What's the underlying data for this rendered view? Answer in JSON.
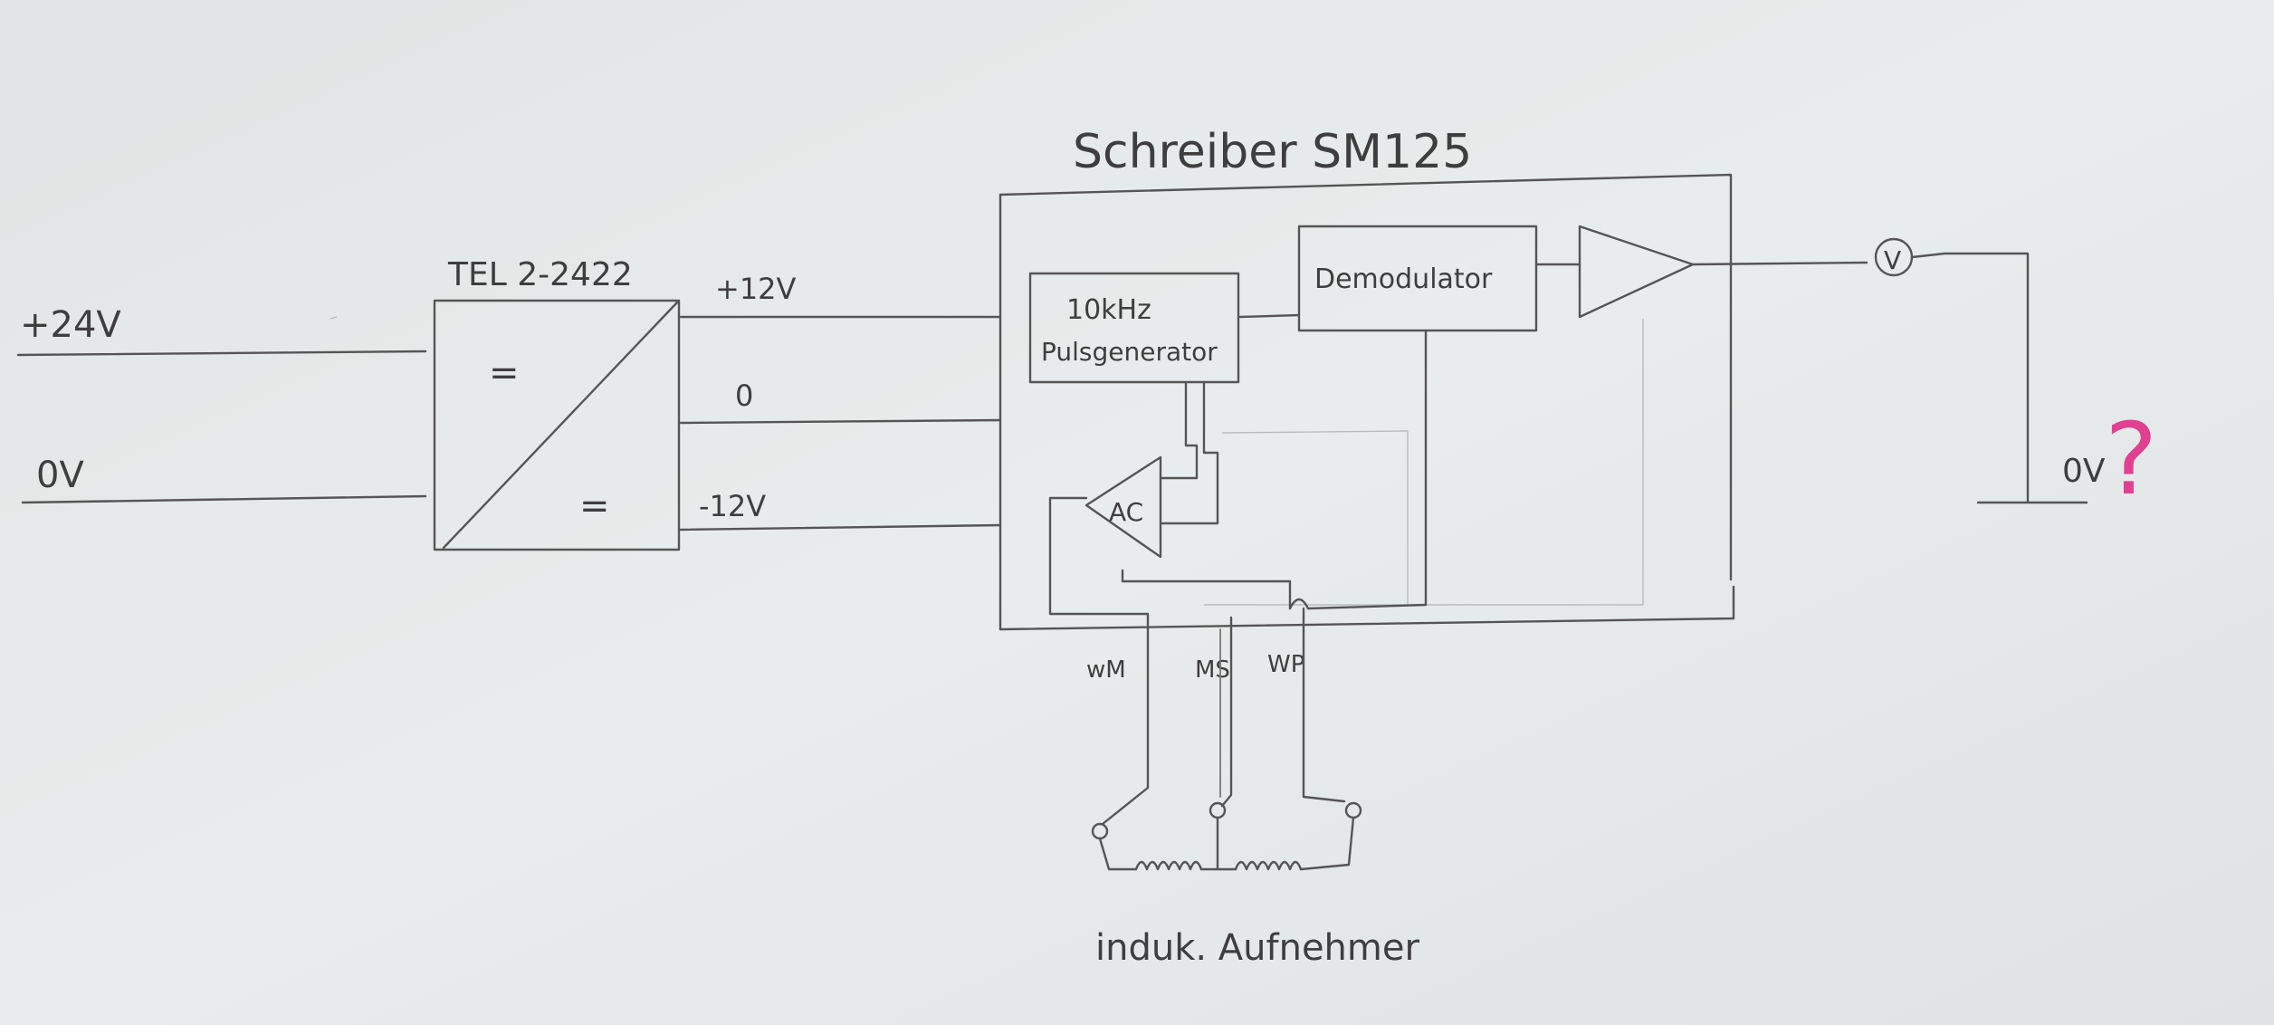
{
  "power_supply": {
    "model": "TEL 2-2422",
    "input_symbol": "=",
    "output_symbol": "="
  },
  "inputs": {
    "plus_24v": "+24V",
    "zero_v": "0V"
  },
  "rails": {
    "plus_12v": "+12V",
    "zero": "0",
    "minus_12v": "-12V"
  },
  "device": {
    "title": "Schreiber SM125",
    "pulse_generator": {
      "line1": "10kHz",
      "line2": "Pulsgenerator"
    },
    "demodulator": "Demodulator",
    "ac_amplifier": "AC"
  },
  "pins": {
    "wm": "wM",
    "ms": "MS",
    "wp": "WP"
  },
  "sensor_label": "induk. Aufnehmer",
  "output": {
    "meter_symbol": "V",
    "ground_label": "0V",
    "question_mark": "?"
  },
  "colors": {
    "paper": "#e6e9e9",
    "pencil": "#555555",
    "question_mark": "#e0408f"
  }
}
